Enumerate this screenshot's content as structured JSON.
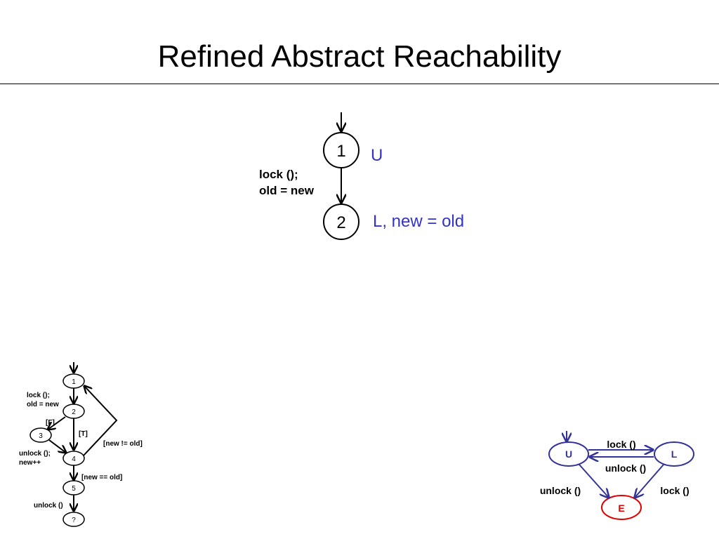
{
  "title": "Refined Abstract Reachability",
  "colors": {
    "annotation": "#3333cc",
    "automaton_edge": "#333399",
    "error_state": "#dd0000"
  },
  "main_graph": {
    "node1": "1",
    "node2": "2",
    "edge_label_line1": "lock ();",
    "edge_label_line2": "old = new",
    "node1_annotation": "U",
    "node2_annotation": "L, new = old"
  },
  "cfg": {
    "nodes": [
      "1",
      "2",
      "3",
      "4",
      "5",
      "?"
    ],
    "labels": {
      "lock_line1": "lock ();",
      "lock_line2": "old = new",
      "branch_false": "[F]",
      "branch_true": "[T]",
      "unlock_line1": "unlock ();",
      "unlock_line2": "new++",
      "neq": "[new != old]",
      "eq": "[new == old]",
      "final_unlock": "unlock ()"
    }
  },
  "automaton": {
    "states": {
      "U": "U",
      "L": "L",
      "E": "E"
    },
    "edges": {
      "u_to_l": "lock ()",
      "l_to_u": "unlock ()",
      "u_to_e": "unlock ()",
      "l_to_e": "lock ()"
    }
  }
}
